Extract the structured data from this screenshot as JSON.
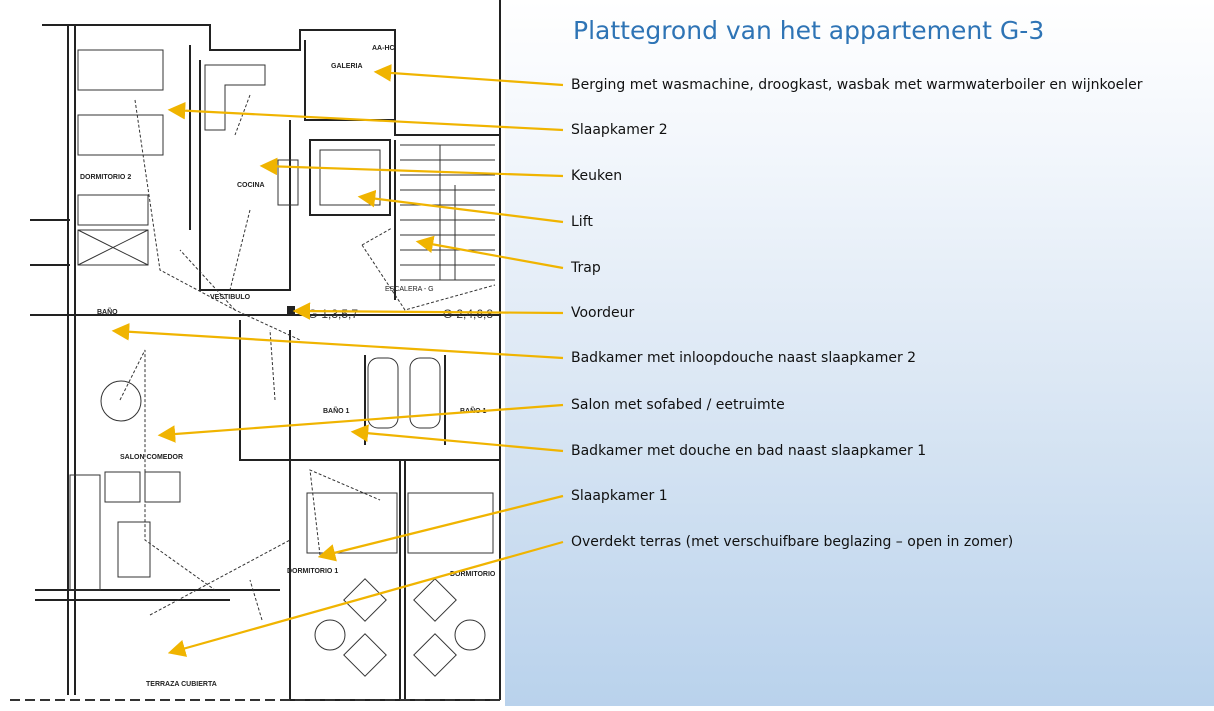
{
  "title": "Plattegrond van het appartement G-3",
  "labels": [
    "Berging met wasmachine, droogkast, wasbak met warmwaterboiler en wijnkoeler",
    "Slaapkamer 2",
    "Keuken",
    "Lift",
    "Trap",
    "Voordeur",
    "Badkamer met inloopdouche naast slaapkamer 2",
    "Salon met sofabed / eetruimte",
    "Badkamer met douche en bad naast slaapkamer 1",
    "Slaapkamer 1",
    "Overdekt terras (met verschuifbare beglazing – open in zomer)"
  ],
  "plan_labels": {
    "galeria": "GALERIA",
    "aahc": "AA-HC",
    "dormitorio2": "DORMITORIO 2",
    "cocina": "COCINA",
    "vestibulo": "VESTIBULO",
    "bano": "BAÑO",
    "escalera": "ESCALERA - G",
    "g_odd": "G-1,3,5,7",
    "g_even": "G-2,4,6,8",
    "bano1": "BAÑO 1",
    "bano1_b": "BAÑO 1",
    "salon": "SALON COMEDOR",
    "dormitorio1": "DORMITORIO 1",
    "dormitorio_b": "DORMITORIO",
    "terraza": "TERRAZA CUBIERTA"
  },
  "colors": {
    "title": "#2e74b5",
    "arrow": "#f0b400"
  }
}
